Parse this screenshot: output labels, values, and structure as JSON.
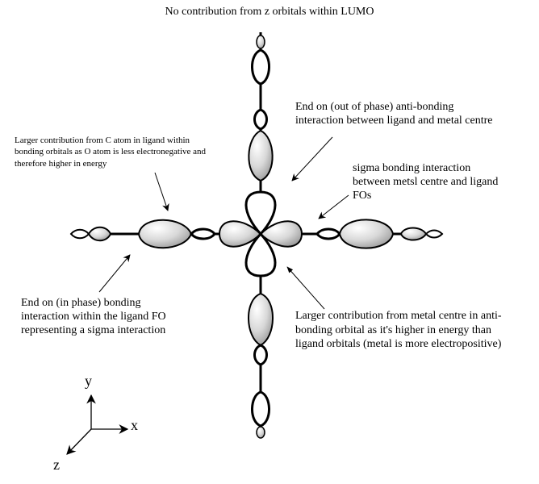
{
  "title": "No contribution from z orbitals within LUMO",
  "annotations": {
    "carbon_contribution": "Larger contribution from C atom in ligand within\nbonding orbitals as O atom is less electronegative and\ntherefore higher in energy",
    "end_on_antibonding": "End on (out of phase) anti-bonding\ninteraction between ligand and metal centre",
    "sigma_bonding": "sigma bonding interaction\nbetween metsl centre and ligand\nFOs",
    "end_on_bonding": "End on (in phase) bonding\ninteraction within the ligand FO\nrepresenting a sigma interaction",
    "metal_contribution": "Larger contribution from metal centre in anti-\nbonding orbital as it's higher in energy than\nligand orbitals (metal is more electropositive)"
  },
  "axes": {
    "x": "x",
    "y": "y",
    "z": "z"
  },
  "colors": {
    "lobe_light": "#ffffff",
    "lobe_dark": "#8c8c8c",
    "line": "#000000"
  }
}
